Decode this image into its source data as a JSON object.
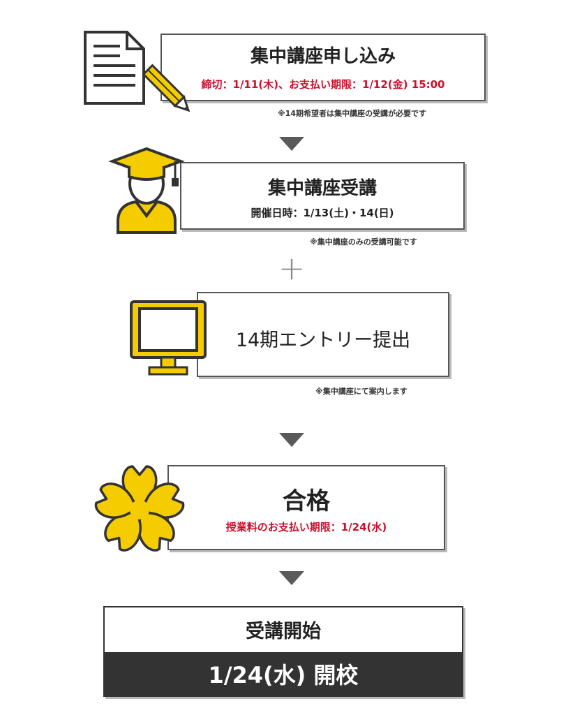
{
  "colors": {
    "accent_yellow": "#f5cc00",
    "deadline_red": "#c8102e",
    "dark_bar": "#333333",
    "arrow_gray": "#5a5a5a"
  },
  "step1": {
    "icon": "document-pencil-icon",
    "title": "集中講座申し込み",
    "deadline": "締切：1/11(木)、お支払い期限：1/12(金) 15:00",
    "note": "※14期希望者は集中講座の受講が必要です"
  },
  "step2": {
    "icon": "graduate-icon",
    "title": "集中講座受講",
    "date": "開催日時：1/13(土)・14(日)",
    "note": "※集中講座のみの受講可能です"
  },
  "plus_symbol": "+",
  "step3": {
    "icon": "monitor-icon",
    "title": "14期エントリー提出",
    "note": "※集中講座にて案内します"
  },
  "step4": {
    "icon": "cherry-blossom-icon",
    "title": "合格",
    "deadline": "授業料のお支払い期限：1/24(水)"
  },
  "step5": {
    "title": "受講開始",
    "date": "1/24(水) 開校"
  }
}
